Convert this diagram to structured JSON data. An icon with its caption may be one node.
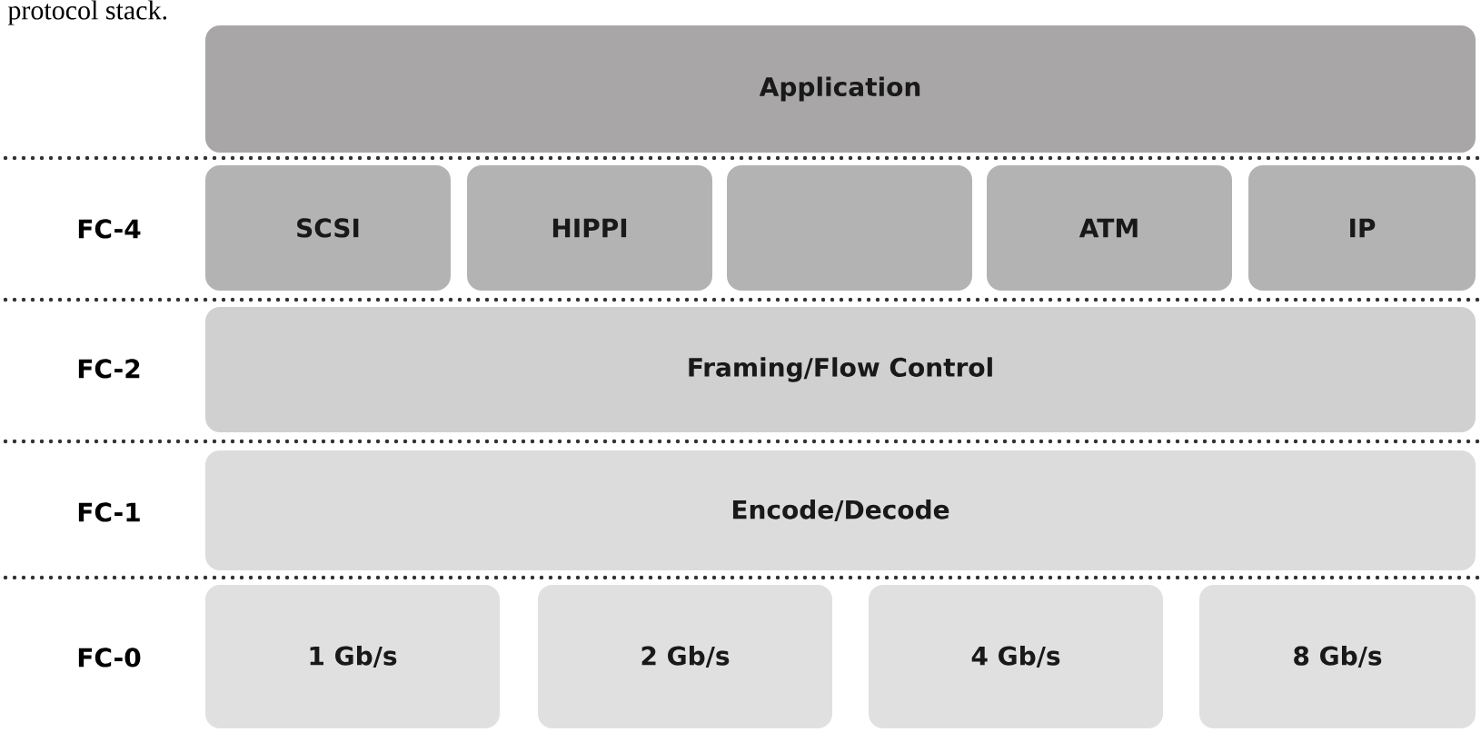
{
  "diagram": {
    "nodes": [
      {
        "text": [
          "Application"
        ]
      },
      {
        "text": [
          "SCSI"
        ]
      },
      {
        "text": [
          "HIPPI"
        ]
      },
      {
        "text": [],
        "shape": "box"
      },
      {
        "text": [
          "ATM"
        ]
      },
      {
        "text": [
          "IP"
        ]
      },
      {
        "text": [
          "Framing/Flow Control"
        ]
      },
      {
        "text": [
          "Encode/Decode"
        ]
      },
      {
        "text": [
          "1 Gb/s"
        ]
      },
      {
        "text": [
          "2 Gb/s"
        ]
      },
      {
        "text": [
          "4 Gb/s"
        ]
      },
      {
        "text": [
          "8 Gb/s"
        ]
      }
    ],
    "labels": [
      "protocol stack.",
      "FC-4",
      "FC-2",
      "FC-1",
      "FC-0"
    ]
  }
}
